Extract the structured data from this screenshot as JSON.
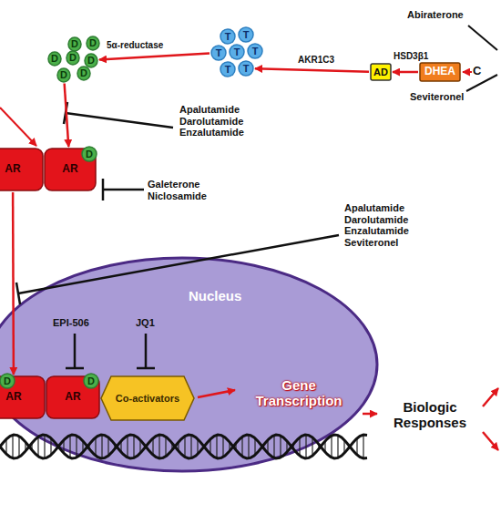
{
  "diagram": {
    "nodes": [
      {
        "text": [
          "DHEA"
        ]
      },
      {
        "text": [
          "AD"
        ]
      },
      {
        "text": [
          "T"
        ]
      },
      {
        "text": [
          "T"
        ]
      },
      {
        "text": [
          "T"
        ]
      },
      {
        "text": [
          "T"
        ]
      },
      {
        "text": [
          "T"
        ]
      },
      {
        "text": [
          "T"
        ]
      },
      {
        "text": [
          "T"
        ]
      },
      {
        "text": [
          "D"
        ]
      },
      {
        "text": [
          "D"
        ]
      },
      {
        "text": [
          "D"
        ]
      },
      {
        "text": [
          "D"
        ]
      },
      {
        "text": [
          "D"
        ]
      },
      {
        "text": [
          "D"
        ]
      },
      {
        "text": [
          "D"
        ]
      },
      {
        "text": [
          "AR"
        ]
      },
      {
        "text": [
          "AR"
        ]
      },
      {
        "text": [
          "D"
        ],
        "in": 17
      },
      {
        "text": [
          "Nucleus"
        ]
      },
      {
        "text": [
          "AR"
        ],
        "in": 19
      },
      {
        "text": [
          "D"
        ],
        "in": 20
      },
      {
        "text": [
          "AR"
        ],
        "in": 19
      },
      {
        "text": [
          "D"
        ],
        "in": 22
      },
      {
        "text": [
          "Co-activators"
        ],
        "in": 19
      }
    ],
    "edges": [
      {
        "from": 0,
        "to": 1,
        "label": "HSD3β1",
        "arrow": "to"
      },
      {
        "from": 1,
        "to": 8,
        "label": "AKR1C3",
        "arrow": "to"
      },
      {
        "from": 4,
        "to": 13,
        "label": "5α-reductase",
        "arrow": "to"
      },
      {
        "from": 14,
        "to": 17,
        "arrow": "to"
      },
      {
        "from": 16,
        "to": 20,
        "arrow": "to"
      }
    ],
    "labels": [
      "Abiraterone",
      "Seviteronel",
      "C",
      "Apalutamide Darolutamide Enzalutamide",
      "Galeterone Niclosamide",
      "Apalutamide Darolutamide Enzalutamide Seviteronel",
      "EPI-506",
      "JQ1",
      "Gene Transcription",
      "Biologic Responses"
    ]
  }
}
